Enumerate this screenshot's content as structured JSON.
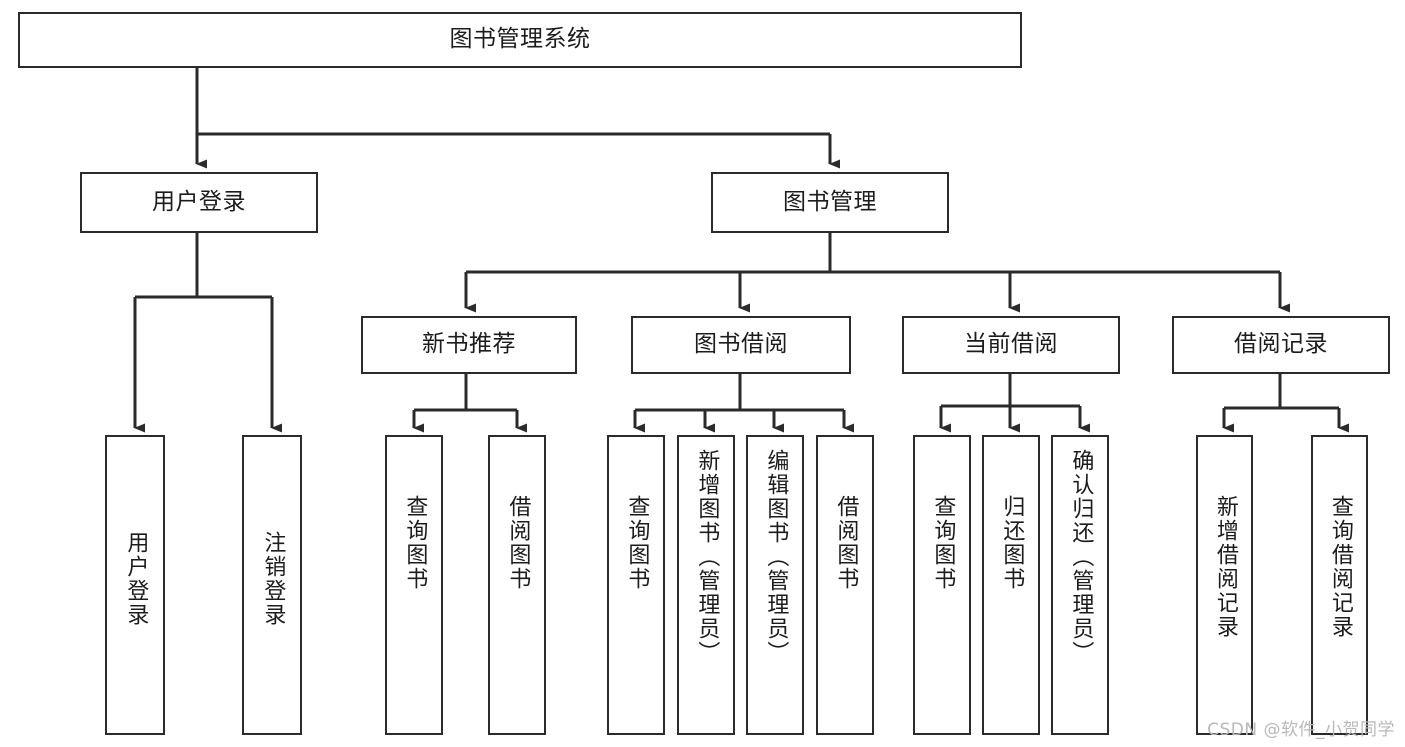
{
  "diagram": {
    "title": "图书管理系统",
    "watermark": "CSDN @软件_小贺同学",
    "line_color": "#2b2b2b",
    "box_fill": "#ffffff",
    "text_color": "#1c1c1c",
    "watermark_color": "#b9b9b9",
    "root": {
      "label": "图书管理系统"
    },
    "level2": [
      {
        "label": "用户登录"
      },
      {
        "label": "图书管理"
      }
    ],
    "level3": [
      {
        "label": "新书推荐"
      },
      {
        "label": "图书借阅"
      },
      {
        "label": "当前借阅"
      },
      {
        "label": "借阅记录"
      }
    ],
    "leaves": {
      "user_login": [
        {
          "label": "用户登录"
        },
        {
          "label": "注销登录"
        }
      ],
      "new_book_recommend": [
        {
          "label": "查询图书"
        },
        {
          "label": "借阅图书"
        }
      ],
      "book_borrow": [
        {
          "label": "查询图书"
        },
        {
          "label": "新增图书（管理员）"
        },
        {
          "label": "编辑图书（管理员）"
        },
        {
          "label": "借阅图书"
        }
      ],
      "current_borrow": [
        {
          "label": "查询图书"
        },
        {
          "label": "归还图书"
        },
        {
          "label": "确认归还（管理员）"
        }
      ],
      "borrow_record": [
        {
          "label": "新增借阅记录"
        },
        {
          "label": "查询借阅记录"
        }
      ]
    }
  }
}
